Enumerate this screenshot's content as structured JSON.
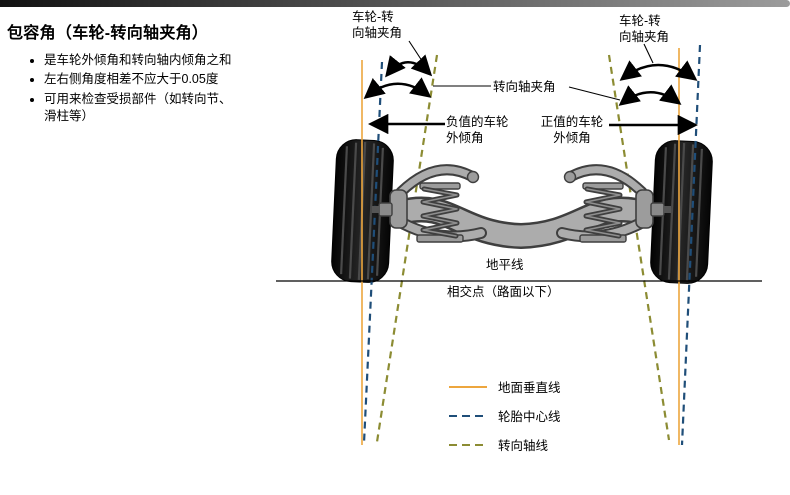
{
  "slide": {
    "title": "包容角（车轮-转向轴夹角）",
    "bullets": [
      "是车轮外倾角和转向轴内倾角之和",
      "左右侧角度相差不应大于0.05度",
      "可用来检查受损部件（如转向节、滑柱等）"
    ]
  },
  "diagram": {
    "labels": {
      "included_angle_line1": "车轮-转",
      "included_angle_line2": "向轴夹角",
      "steering_axis_inclination": "转向轴夹角",
      "negative_camber_line1": "负值的车轮",
      "negative_camber_line2": "外倾角",
      "positive_camber_line1": "正值的车轮",
      "positive_camber_line2": "外倾角",
      "ground_line": "地平线",
      "intersection_point": "相交点（路面以下）"
    },
    "legend": [
      {
        "label": "地面垂直线",
        "line_style": "solid",
        "color": "#EDA63E"
      },
      {
        "label": "轮胎中心线",
        "line_style": "dashed",
        "color": "#1F4E79"
      },
      {
        "label": "转向轴线",
        "line_style": "dashed",
        "color": "#8C8C33"
      }
    ],
    "colors": {
      "ground_vertical_line": "#EDA63E",
      "tire_center_line": "#1F4E79",
      "steering_axis_line": "#8C8C33",
      "annotation": "#000000",
      "suspension": "#ACACAC"
    }
  }
}
